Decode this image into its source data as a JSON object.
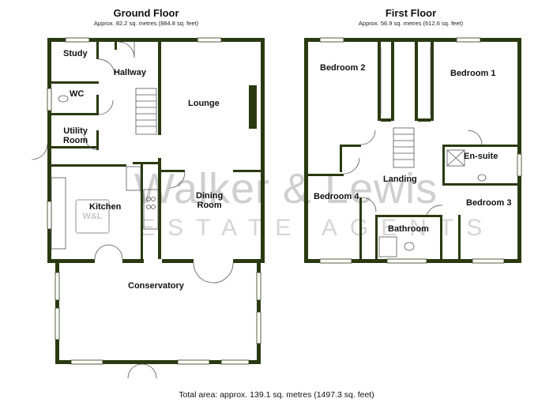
{
  "ground_floor": {
    "title": "Ground Floor",
    "area": "Approx. 82.2 sq. metres (884.8 sq. feet)",
    "rooms": {
      "study": "Study",
      "hallway": "Hallway",
      "wc": "WC",
      "utility_room": "Utility\nRoom",
      "lounge": "Lounge",
      "kitchen": "Kitchen",
      "dining_room": "Dining\nRoom",
      "conservatory": "Conservatory"
    }
  },
  "first_floor": {
    "title": "First Floor",
    "area": "Approx. 56.9 sq. metres (612.6 sq. feet)",
    "rooms": {
      "bedroom_2": "Bedroom 2",
      "bedroom_1": "Bedroom 1",
      "en_suite": "En-suite",
      "landing": "Landing",
      "bedroom_4": "Bedroom 4",
      "bedroom_3": "Bedroom 3",
      "bathroom": "Bathroom"
    }
  },
  "total_area": "Total area: approx. 139.1 sq. metres (1497.3 sq. feet)",
  "watermark": {
    "logo": "W&L",
    "name": "Walker & Lewis",
    "tagline": "ESTATE AGENTS"
  },
  "colors": {
    "wall": "#2a3a10",
    "window": "#ffffff",
    "fixture_stroke": "#555555",
    "watermark": "#c8c8c8"
  }
}
